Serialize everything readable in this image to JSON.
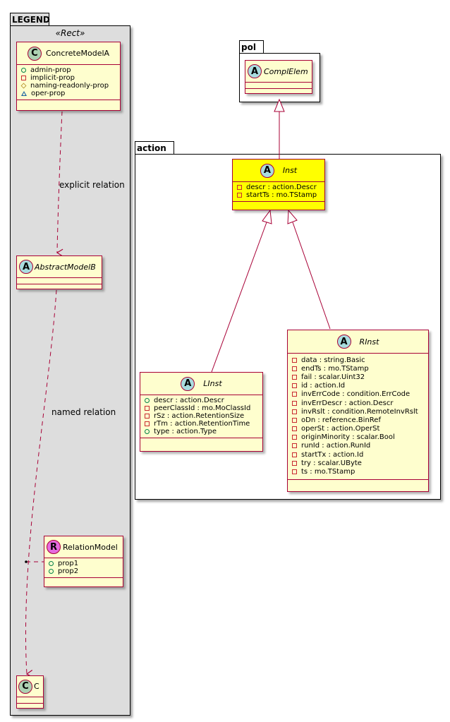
{
  "packages": {
    "legend": {
      "name": "LEGEND",
      "stereotype": "«Rect»"
    },
    "pol": {
      "name": "pol"
    },
    "action": {
      "name": "action"
    }
  },
  "classes": {
    "concrete_model_a": {
      "kind": "C",
      "name": "ConcreteModelA",
      "abstract": false,
      "attributes": [
        {
          "visibility": "public",
          "text": "admin-prop"
        },
        {
          "visibility": "private",
          "text": "implicit-prop"
        },
        {
          "visibility": "protected",
          "text": "naming-readonly-prop"
        },
        {
          "visibility": "package",
          "text": "oper-prop"
        }
      ]
    },
    "abstract_model_b": {
      "kind": "A",
      "name": "AbstractModelB",
      "abstract": true,
      "attributes": []
    },
    "relation_model": {
      "kind": "R",
      "name": "RelationModel",
      "abstract": false,
      "attributes": [
        {
          "visibility": "public",
          "text": "prop1"
        },
        {
          "visibility": "public",
          "text": "prop2"
        }
      ]
    },
    "c": {
      "kind": "C",
      "name": "C",
      "abstract": false,
      "attributes": []
    },
    "compl_elem": {
      "kind": "A",
      "name": "ComplElem",
      "abstract": true,
      "attributes": []
    },
    "inst": {
      "kind": "A",
      "name": "Inst",
      "abstract": true,
      "highlight": "#FFFF00",
      "attributes": [
        {
          "visibility": "private",
          "text": "descr : action.Descr"
        },
        {
          "visibility": "private",
          "text": "startTs : mo.TStamp"
        }
      ]
    },
    "linst": {
      "kind": "A",
      "name": "LInst",
      "abstract": true,
      "attributes": [
        {
          "visibility": "public",
          "text": "descr : action.Descr"
        },
        {
          "visibility": "private",
          "text": "peerClassId : mo.MoClassId"
        },
        {
          "visibility": "private",
          "text": "rSz : action.RetentionSize"
        },
        {
          "visibility": "private",
          "text": "rTm : action.RetentionTime"
        },
        {
          "visibility": "public",
          "text": "type : action.Type"
        }
      ]
    },
    "rinst": {
      "kind": "A",
      "name": "RInst",
      "abstract": true,
      "attributes": [
        {
          "visibility": "private",
          "text": "data : string.Basic"
        },
        {
          "visibility": "private",
          "text": "endTs : mo.TStamp"
        },
        {
          "visibility": "private",
          "text": "fail : scalar.Uint32"
        },
        {
          "visibility": "private",
          "text": "id : action.Id"
        },
        {
          "visibility": "private",
          "text": "invErrCode : condition.ErrCode"
        },
        {
          "visibility": "private",
          "text": "invErrDescr : action.Descr"
        },
        {
          "visibility": "private",
          "text": "invRslt : condition.RemoteInvRslt"
        },
        {
          "visibility": "private",
          "text": "oDn : reference.BinRef"
        },
        {
          "visibility": "private",
          "text": "operSt : action.OperSt"
        },
        {
          "visibility": "private",
          "text": "originMinority : scalar.Bool"
        },
        {
          "visibility": "private",
          "text": "runId : action.RunId"
        },
        {
          "visibility": "private",
          "text": "startTx : action.Id"
        },
        {
          "visibility": "private",
          "text": "try : scalar.UByte"
        },
        {
          "visibility": "private",
          "text": "ts : mo.TStamp"
        }
      ]
    }
  },
  "relations": [
    {
      "from": "ConcreteModelA",
      "to": "AbstractModelB",
      "type": "dependency",
      "label": "explicit relation"
    },
    {
      "from": "AbstractModelB",
      "to": "C",
      "type": "dependency",
      "label": "named relation",
      "association_class": "RelationModel"
    },
    {
      "from": "Inst",
      "to": "ComplElem",
      "type": "generalization",
      "label": ""
    },
    {
      "from": "LInst",
      "to": "Inst",
      "type": "generalization",
      "label": ""
    },
    {
      "from": "RInst",
      "to": "Inst",
      "type": "generalization",
      "label": ""
    }
  ],
  "colors": {
    "class_fill": "#FEFECE",
    "class_border": "#A80036",
    "highlight_fill": "#FFFF00",
    "legend_fill": "#DDDDDD",
    "badge_class": "#ADD1B2",
    "badge_abstract": "#A9DCDF",
    "badge_relation": "#E56ADF"
  }
}
